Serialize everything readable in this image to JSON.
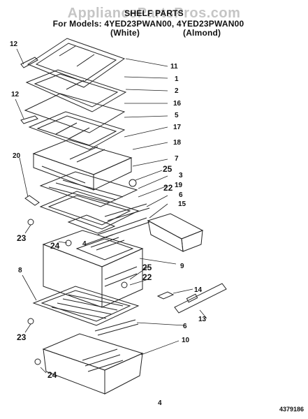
{
  "header": {
    "title": "SHELF PARTS",
    "models_line": "For Models: 4YED23PWAN00, 4YED23PWAN00",
    "color_white": "(White)",
    "color_almond": "(Almond)"
  },
  "watermark": "AppliancePartsPros.com",
  "callouts": [
    "12",
    "11",
    "1",
    "2",
    "12",
    "16",
    "5",
    "17",
    "18",
    "20",
    "7",
    "25",
    "3",
    "19",
    "22",
    "6",
    "15",
    "23",
    "4",
    "24",
    "9",
    "8",
    "25",
    "22",
    "14",
    "13",
    "6",
    "23",
    "10",
    "24"
  ],
  "page_number": "4",
  "document_number": "4379186"
}
